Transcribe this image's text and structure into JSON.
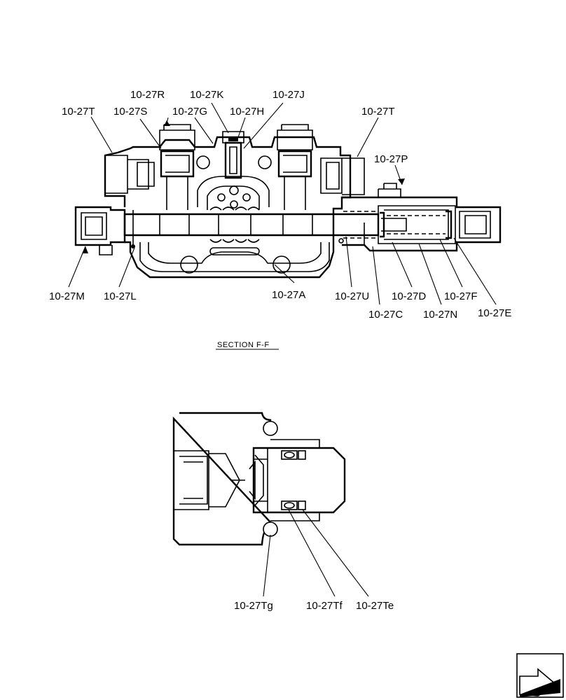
{
  "title": "SECTION  F-F",
  "labels": {
    "t_left": "10-27T",
    "s": "10-27S",
    "r": "10-27R",
    "k": "10-27K",
    "g": "10-27G",
    "h": "10-27H",
    "j": "10-27J",
    "t_right": "10-27T",
    "p": "10-27P",
    "m": "10-27M",
    "l": "10-27L",
    "a": "10-27A",
    "u": "10-27U",
    "d": "10-27D",
    "f": "10-27F",
    "c": "10-27C",
    "n": "10-27N",
    "e": "10-27E",
    "tg": "10-27Tg",
    "tf": "10-27Tf",
    "te": "10-27Te"
  },
  "icons": {
    "corner": "page-turn-arrow-icon"
  }
}
